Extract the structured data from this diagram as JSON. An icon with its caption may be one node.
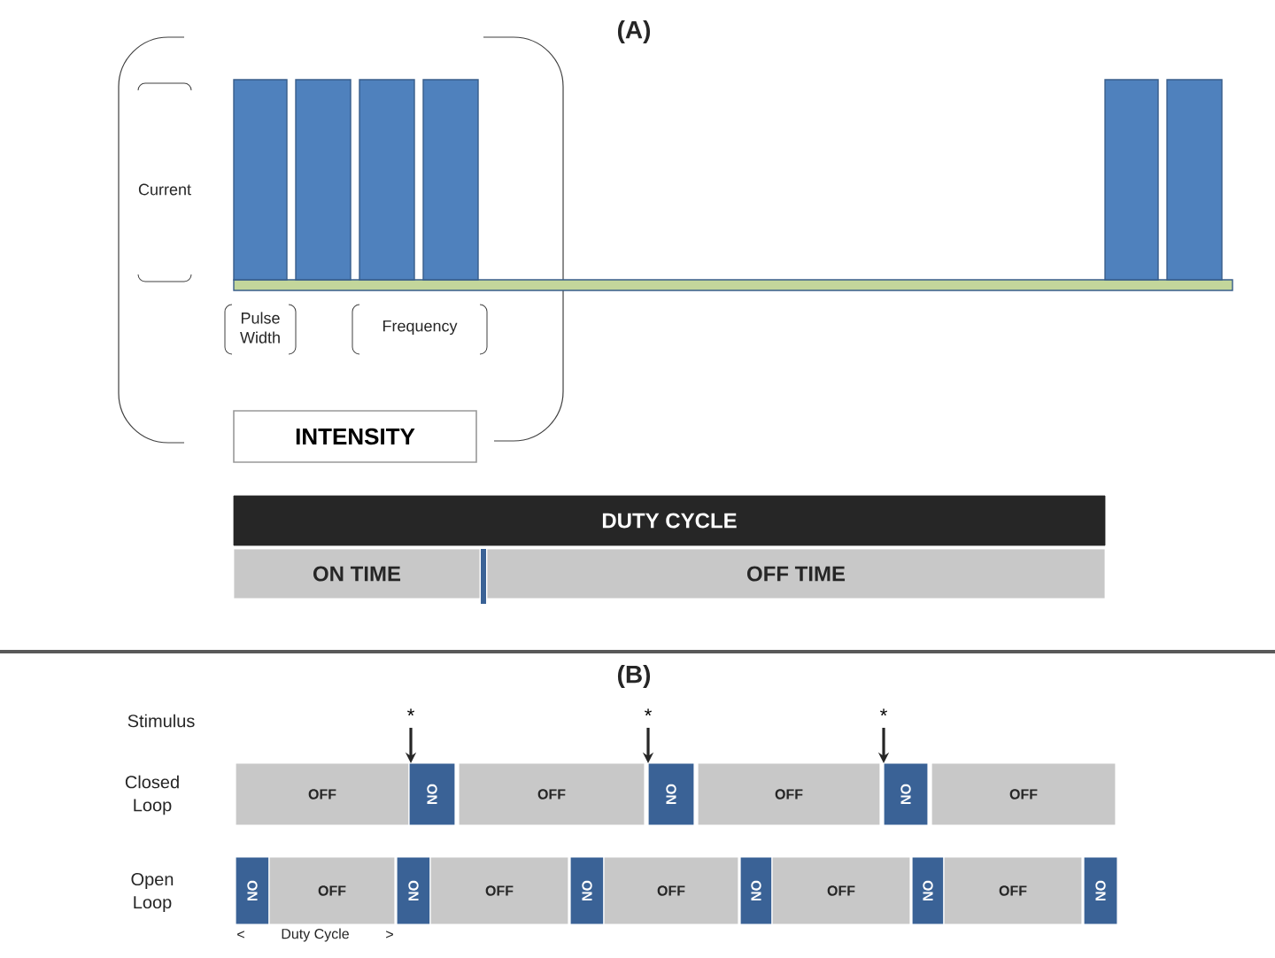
{
  "diagram": {
    "nodes": [
      {
        "text": [
          "INTENSITY"
        ]
      },
      {
        "text": [
          "DUTY CYCLE"
        ]
      },
      {
        "text": [
          "ON TIME"
        ]
      },
      {
        "text": [
          "OFF TIME"
        ]
      },
      {
        "text": [
          "OFF"
        ]
      },
      {
        "text": [
          "ON"
        ]
      },
      {
        "text": [
          "OFF"
        ]
      },
      {
        "text": [
          "ON"
        ]
      },
      {
        "text": [
          "OFF"
        ]
      },
      {
        "text": [
          "ON"
        ]
      },
      {
        "text": [
          "OFF"
        ]
      },
      {
        "text": [
          "ON"
        ]
      },
      {
        "text": [
          "OFF"
        ]
      },
      {
        "text": [
          "ON"
        ]
      },
      {
        "text": [
          "OFF"
        ]
      },
      {
        "text": [
          "ON"
        ]
      },
      {
        "text": [
          "OFF"
        ]
      },
      {
        "text": [
          "ON"
        ]
      },
      {
        "text": [
          "OFF"
        ]
      },
      {
        "text": [
          "ON"
        ]
      },
      {
        "text": [
          "OFF"
        ]
      },
      {
        "text": [
          "ON"
        ]
      },
      {
        "text": [
          "*"
        ]
      },
      {
        "text": [
          "*"
        ]
      },
      {
        "text": [
          "*"
        ]
      }
    ],
    "edges": [
      {
        "from": 22,
        "to": 5,
        "arrow": "to"
      },
      {
        "from": 23,
        "to": 7,
        "arrow": "to"
      },
      {
        "from": 24,
        "to": 9,
        "arrow": "to"
      }
    ],
    "labels": [
      "(A)",
      "Current",
      "Pulse Width",
      "Frequency",
      "(B)",
      "Stimulus",
      "Closed Loop",
      "Open Loop",
      "<",
      "Duty Cycle",
      ">"
    ]
  }
}
